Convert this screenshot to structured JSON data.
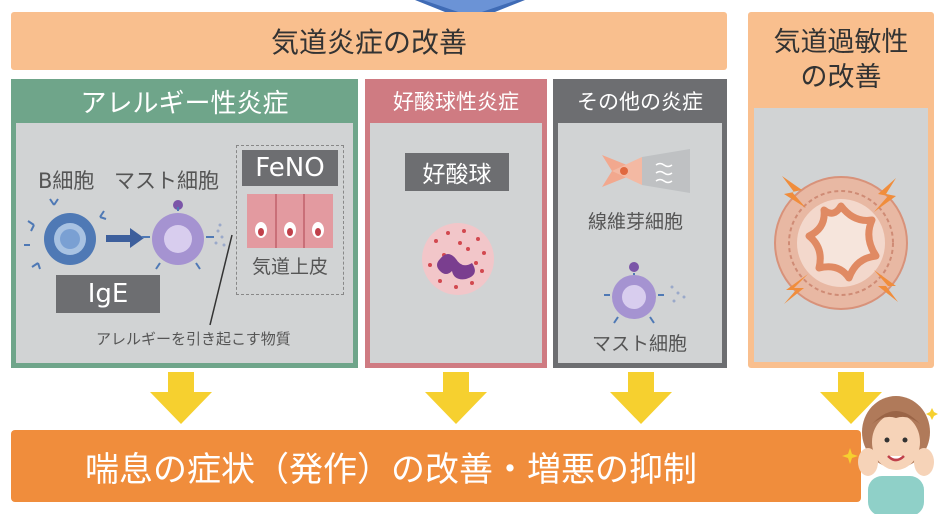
{
  "top_header": {
    "title": "気道炎症の改善"
  },
  "right_header": {
    "line1": "気道過敏性",
    "line2": "の改善"
  },
  "columns": {
    "allergic": {
      "title": "アレルギー性炎症",
      "b_cell": "B細胞",
      "mast_cell": "マスト細胞",
      "feno": "FeNO",
      "airway_epithelium": "気道上皮",
      "ige": "IgE",
      "allergen_caption": "アレルギーを引き起こす物質"
    },
    "eosinophilic": {
      "title": "好酸球性炎症",
      "eosinophil": "好酸球"
    },
    "other": {
      "title": "その他の炎症",
      "fibroblast": "線維芽細胞",
      "mast_cell": "マスト細胞"
    }
  },
  "bottom_bar": {
    "text": "喘息の症状（発作）の改善・増悪の抑制"
  },
  "colors": {
    "orange_light": "#f9bf8e",
    "orange": "#f08d3c",
    "green": "#6fa58a",
    "pink": "#cf7b82",
    "gray_dark": "#6d6e71",
    "panel": "#d1d3d4",
    "yellow_arrow": "#f6d02f",
    "blue_top": "#3f6bb5"
  },
  "icons": [
    "b-cell-icon",
    "mast-cell-icon",
    "epithelium-icon",
    "eosinophil-icon",
    "fibroblast-icon",
    "airway-icon",
    "lightning-icon",
    "happy-woman-icon",
    "down-arrow-icon",
    "right-arrow-icon"
  ]
}
